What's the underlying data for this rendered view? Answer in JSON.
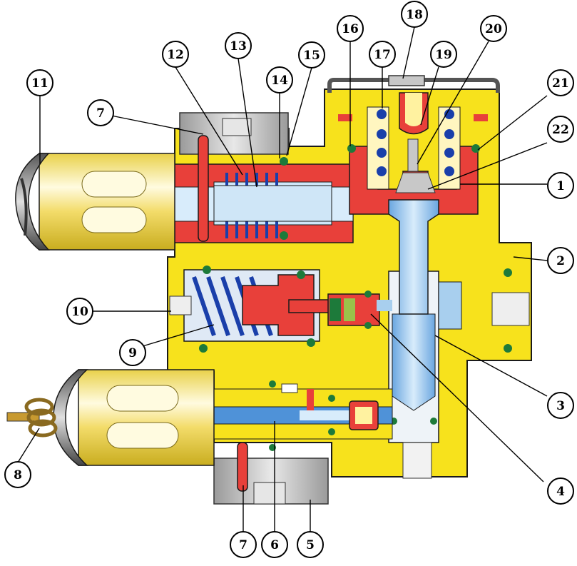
{
  "diagram": {
    "callouts": [
      {
        "id": "c1",
        "text": "1"
      },
      {
        "id": "c2",
        "text": "2"
      },
      {
        "id": "c3",
        "text": "3"
      },
      {
        "id": "c4",
        "text": "4"
      },
      {
        "id": "c5",
        "text": "5"
      },
      {
        "id": "c6",
        "text": "6"
      },
      {
        "id": "c7a",
        "text": "7"
      },
      {
        "id": "c7b",
        "text": "7"
      },
      {
        "id": "c8",
        "text": "8"
      },
      {
        "id": "c9",
        "text": "9"
      },
      {
        "id": "c10",
        "text": "10"
      },
      {
        "id": "c11",
        "text": "11"
      },
      {
        "id": "c12",
        "text": "12"
      },
      {
        "id": "c13",
        "text": "13"
      },
      {
        "id": "c14",
        "text": "14"
      },
      {
        "id": "c15",
        "text": "15"
      },
      {
        "id": "c16",
        "text": "16"
      },
      {
        "id": "c17",
        "text": "17"
      },
      {
        "id": "c18",
        "text": "18"
      },
      {
        "id": "c19",
        "text": "19"
      },
      {
        "id": "c20",
        "text": "20"
      },
      {
        "id": "c21",
        "text": "21"
      },
      {
        "id": "c22",
        "text": "22"
      }
    ]
  },
  "colors": {
    "housing": "#f7e21c",
    "housing_light": "#fff2a0",
    "cap": "#f5e07a",
    "cap_highlight": "#fffbe0",
    "red_part": "#e8403a",
    "blue_fluid": "#a8cfee",
    "blue_dark": "#4f92d8",
    "spring": "#1a3faa",
    "gray": "#c8c8c8",
    "gray_dark": "#888888",
    "seal": "#1d7a3a",
    "outline": "#1a1a1a"
  }
}
